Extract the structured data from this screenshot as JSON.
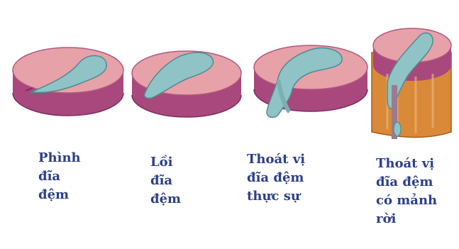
{
  "stages": [
    {
      "id": "bulging",
      "lines": [
        "Phình",
        "đĩa",
        "đệm"
      ]
    },
    {
      "id": "protrusion",
      "lines": [
        "Lồi",
        "đĩa",
        "đệm"
      ]
    },
    {
      "id": "extrusion",
      "lines": [
        "Thoát vị",
        "đĩa đệm",
        "thực sự"
      ]
    },
    {
      "id": "sequestration",
      "lines": [
        "Thoát vị",
        "đĩa đệm",
        "có mảnh",
        "rời"
      ]
    }
  ],
  "colors": {
    "caption": "#2b3f8c",
    "annulus_top": "#e7a1a8",
    "annulus_side": "#a9487d",
    "nucleus": "#8fc3c6",
    "vertebra": "#d98a38"
  }
}
